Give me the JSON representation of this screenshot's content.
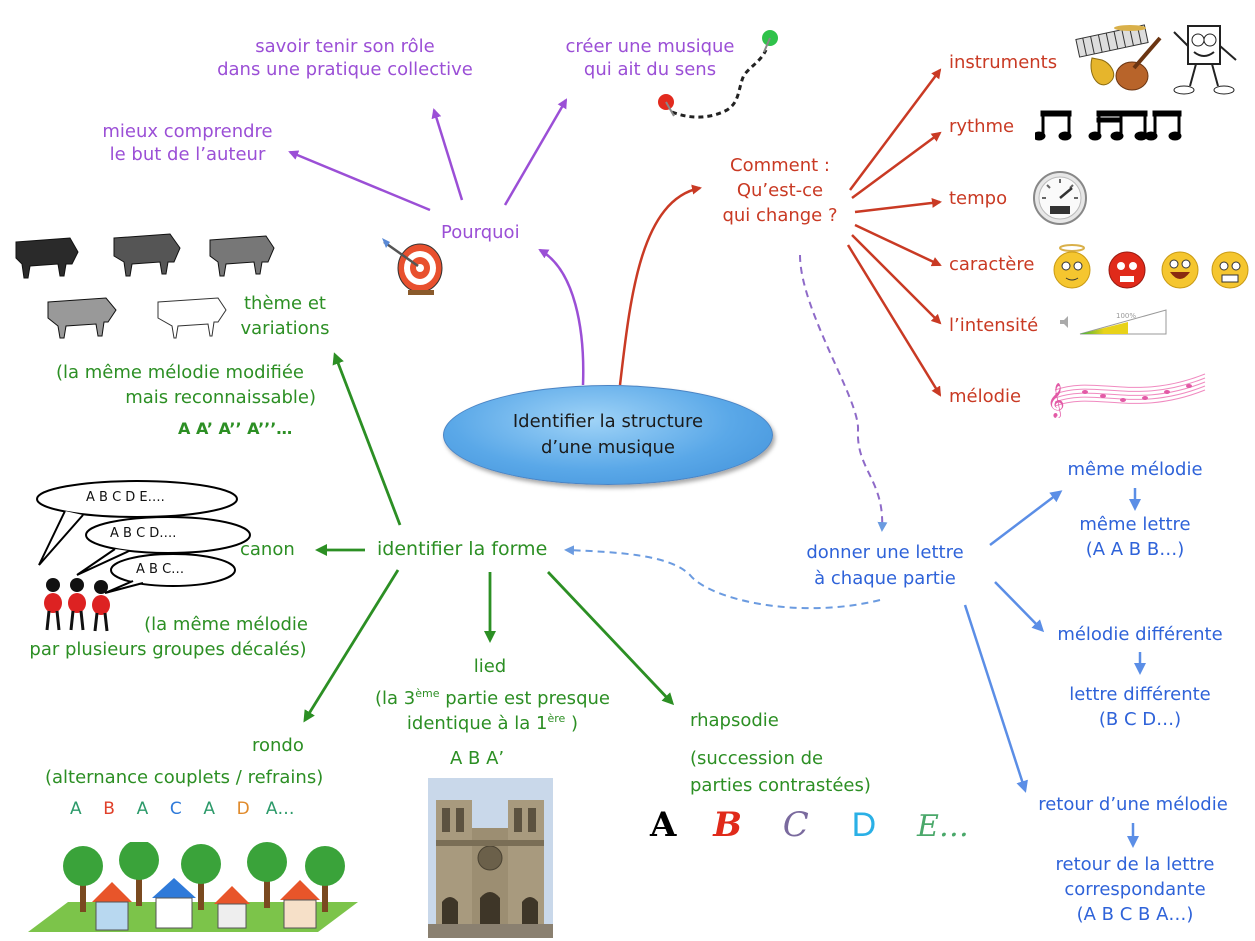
{
  "center": {
    "line1": "Identifier la structure",
    "line2": "d’une musique"
  },
  "pourquoi": {
    "label": "Pourquoi",
    "role_l1": "savoir tenir son rôle",
    "role_l2": "dans une pratique collective",
    "sens_l1": "créer une musique",
    "sens_l2": "qui ait du sens",
    "but_l1": "mieux comprendre",
    "but_l2": "le but de l’auteur"
  },
  "comment": {
    "l1": "Comment :",
    "l2": "Qu’est-ce",
    "l3": "qui change ?",
    "items": [
      "instruments",
      "rythme",
      "tempo",
      "caractère",
      "l’intensité",
      "mélodie"
    ],
    "intensity_pct": "100%"
  },
  "lettre": {
    "l1": "donner une lettre",
    "l2": "à chaque partie",
    "same_a": "même mélodie",
    "same_b": "même lettre",
    "same_c": "(A  A  B  B…)",
    "diff_a": "mélodie différente",
    "diff_b": "lettre différente",
    "diff_c": "(B C D…)",
    "ret_a": "retour d’une mélodie",
    "ret_b": "retour de la lettre",
    "ret_c": "correspondante",
    "ret_d": "(A  B  C  B  A…)"
  },
  "forme": {
    "label": "identifier la forme",
    "theme_l1": "thème et",
    "theme_l2": "variations",
    "theme_l3": "(la même mélodie modifiée",
    "theme_l4": "mais reconnaissable)",
    "theme_l5": "A   A’   A’’   A’’’…",
    "canon": "canon",
    "canon_l1": "(la même mélodie",
    "canon_l2": "par plusieurs groupes décalés)",
    "bubble1": "A   B   C   D   E….",
    "bubble2": "A   B   C   D….",
    "bubble3": "A   B   C…",
    "lied": "lied",
    "lied_l2a": "(la 3",
    "lied_sup1": "ème",
    "lied_l2b": " partie est presque",
    "lied_l3a": "identique à la 1",
    "lied_sup2": "ère",
    "lied_l3b": " )",
    "lied_letters": "A    B   A’",
    "rondo": "rondo",
    "rondo_l2": "(alternance couplets / refrains)",
    "rondo_letters": [
      "A",
      "B",
      "A",
      "C",
      "A",
      "D",
      "A…"
    ],
    "rhapsodie": "rhapsodie",
    "rhap_l2": "(succession de",
    "rhap_l3": "parties contrastées)",
    "rhap_letters": [
      "A",
      "B",
      "C",
      "D",
      "E…"
    ]
  },
  "colors": {
    "purple": "#9b4fd6",
    "red": "#c93a24",
    "green": "#2c8f24",
    "blue": "#2f63d9"
  }
}
